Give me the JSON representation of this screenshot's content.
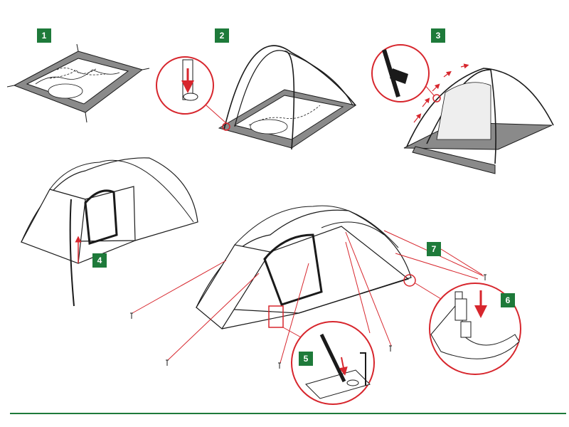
{
  "colors": {
    "badge_green": "#1e7a3a",
    "accent_red": "#d7262d",
    "footer_green": "#2b8a3e",
    "floor_gray": "#8a8a8a",
    "line_black": "#1a1a1a"
  },
  "steps": [
    {
      "number": "1"
    },
    {
      "number": "2"
    },
    {
      "number": "3"
    },
    {
      "number": "4"
    },
    {
      "number": "5"
    },
    {
      "number": "6"
    },
    {
      "number": "7"
    }
  ]
}
